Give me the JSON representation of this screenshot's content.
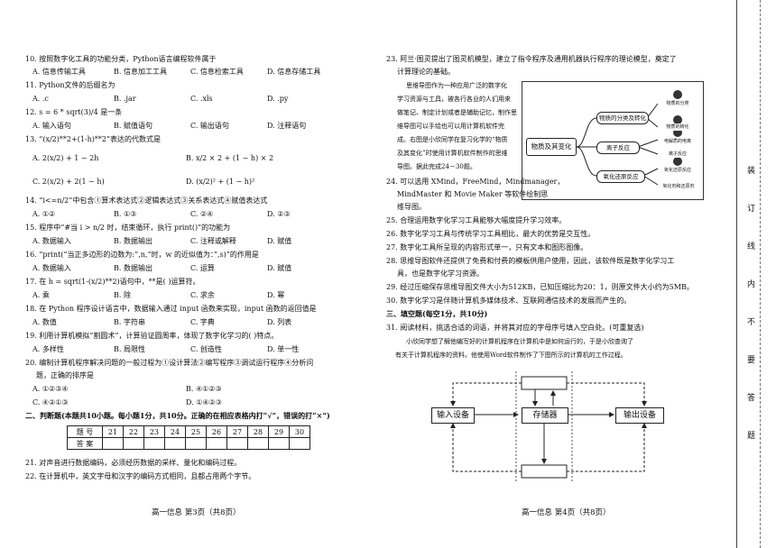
{
  "left": {
    "q10": "10. 按照数字化工具的功能分类，Python语言编程软件属于",
    "q10_opts": [
      "A. 信息传输工具",
      "B. 信息加工工具",
      "C. 信息检索工具",
      "D. 信息存储工具"
    ],
    "q11": "11. Python文件的后缀名为",
    "q11_opts": [
      "A. .c",
      "B. .jar",
      "C. .xls",
      "D. .py"
    ],
    "q12": "12. s = 6 * sqrt(3)/4 是一条",
    "q12_opts": [
      "A. 输入语句",
      "B. 赋值语句",
      "C. 输出语句",
      "D. 注释语句"
    ],
    "q13": "13. “(x/2)**2+(1-h)**2”表达的代数式是",
    "q13_opts": [
      "A. 2(x/2) + 1 − 2h",
      "B. x/2 × 2 + (1 − h) × 2",
      "C. 2(x/2) + 2(1 − h)",
      "D. (x/2)² + (1 − h)²"
    ],
    "q14": "14. “i<=n/2”中包含①算术表达式②逻辑表达式③关系表达式④赋值表达式",
    "q14_opts": [
      "A. ①②",
      "B. ①③",
      "C. ②④",
      "D. ②③"
    ],
    "q15": "15. 程序中“#当 i > n/2 时，结束循环，执行 print()”的功能为",
    "q15_opts": [
      "A. 数据输入",
      "B. 数据输出",
      "C. 注释或解释",
      "D. 赋值"
    ],
    "q16": "16. “print(“当正多边形的边数为:”,n,“时，w 的近似值为：”,s)”的作用是",
    "q16_opts": [
      "A. 数据输入",
      "B. 数据输出",
      "C. 运算",
      "D. 赋值"
    ],
    "q17": "17. 在 h = sqrt(1-(x/2)**2)语句中，**是(        )运算符。",
    "q17_opts": [
      "A. 乘",
      "B. 除",
      "C. 求余",
      "D. 幂"
    ],
    "q18": "18. 在 Python 程序设计语言中，数据输入通过 input 函数来实现，input 函数的返回值是",
    "q18_opts": [
      "A. 数值",
      "B. 字符串",
      "C. 字典",
      "D. 列表"
    ],
    "q19": "19. 利用计算机模拟“割圆术”，计算验证圆周率，体现了数字化学习的(        )特点。",
    "q19_opts": [
      "A. 多样性",
      "B. 局限性",
      "C. 创造性",
      "D. 单一性"
    ],
    "q20a": "20. 编制计算机程序解决问题的一般过程为①设计算法②编写程序③调试运行程序④分析问",
    "q20b": "题，正确的排序是",
    "q20_opts": [
      "A. ①②③④",
      "B. ④①②③",
      "C. ④②①③",
      "D. ①④②③"
    ],
    "sec2": "二、判断题(本题共10小题。每小题1分，共10分。正确的在相应表格内打“√”，错误的打“×”)",
    "judge_head": "题 号",
    "judge_nums": [
      "21",
      "22",
      "23",
      "24",
      "25",
      "26",
      "27",
      "28",
      "29",
      "30"
    ],
    "judge_answer": "答 案",
    "q21": "21. 对声音进行数据编码，必须经历数据的采样、量化和编码过程。",
    "q22": "22. 在计算机中，英文字母和汉字的编码方式相同，且都占用两个字节。",
    "footer": "高一信息    第3页（共8页）"
  },
  "right": {
    "q23a": "23. 阿兰·图灵提出了图灵机模型，建立了指令程序及通用机器执行程序的理论模型，奠定了",
    "q23b": "计算理论的基础。",
    "intro": [
      "思维导图作为一种应用广泛的数字化",
      "学习资源与工具，被各行各业的人们用来",
      "做笔记、制定计划或者是辅助记忆，制作思",
      "维导图可以手绘也可以用计算机软件完",
      "成。右图是小欣同学在复习化学的“物质",
      "及其变化”时使用计算机软件制作的思维",
      "导图。据此完成24－30题。"
    ],
    "mindmap": {
      "center": "物质及其变化",
      "b1": "物质的分类及转化",
      "b2": "离子反应",
      "b3": "氧化还原反应",
      "l1": "物质的分类",
      "l2": "物质的转化",
      "l3": "电解质的电离",
      "l4": "离子反应",
      "l5": "氧化还原反应",
      "l6": "氧化剂和还原剂"
    },
    "q24a": "24. 可以选用 XMind，FreeMind，Mindmanager，",
    "q24b": "MindMaster 和 Movie Maker 等软件绘制思",
    "q24c": "维导图。",
    "q25": "25. 合理运用数字化学习工具能够大幅度提升学习效率。",
    "q26": "26. 数字化学习工具与传统学习工具相比，最大的优势是交互性。",
    "q27": "27. 数字化工具所呈现的内容形式单一，只有文本和图形图像。",
    "q28a": "28. 思维导图软件还提供了免费和付费的模板供用户使用，因此，该软件既是数字化学习工",
    "q28b": "具，也是数字化学习资源。",
    "q29": "29. 经过压缩保存思维导图文件大小为512KB，已知压缩比为20：1，则原文件大小约为5MB。",
    "q30": "30. 数字化学习是伴随计算机多媒体技术、互联网通信技术的发展而产生的。",
    "sec3": "三、填空题(每空1分，共10分)",
    "q31": "31. 阅读材料，挑选合适的词语，并将其对应的字母序号填入空白处。(可重复选)",
    "q31_text1": "小欣同学想了解他编写好的计算机程序在计算机中是如何运行的，于是小欣查询了",
    "q31_text2": "有关于计算机程序的资料。他使用Word软件制作了下图所示的计算机的工作过程。",
    "flow": {
      "input": "输入设备",
      "memory": "存储器",
      "output": "输出设备"
    },
    "footer": "高一信息    第4页（共8页）"
  },
  "binding": [
    "装",
    "订",
    "线",
    "内",
    "不",
    "要",
    "答",
    "题"
  ]
}
